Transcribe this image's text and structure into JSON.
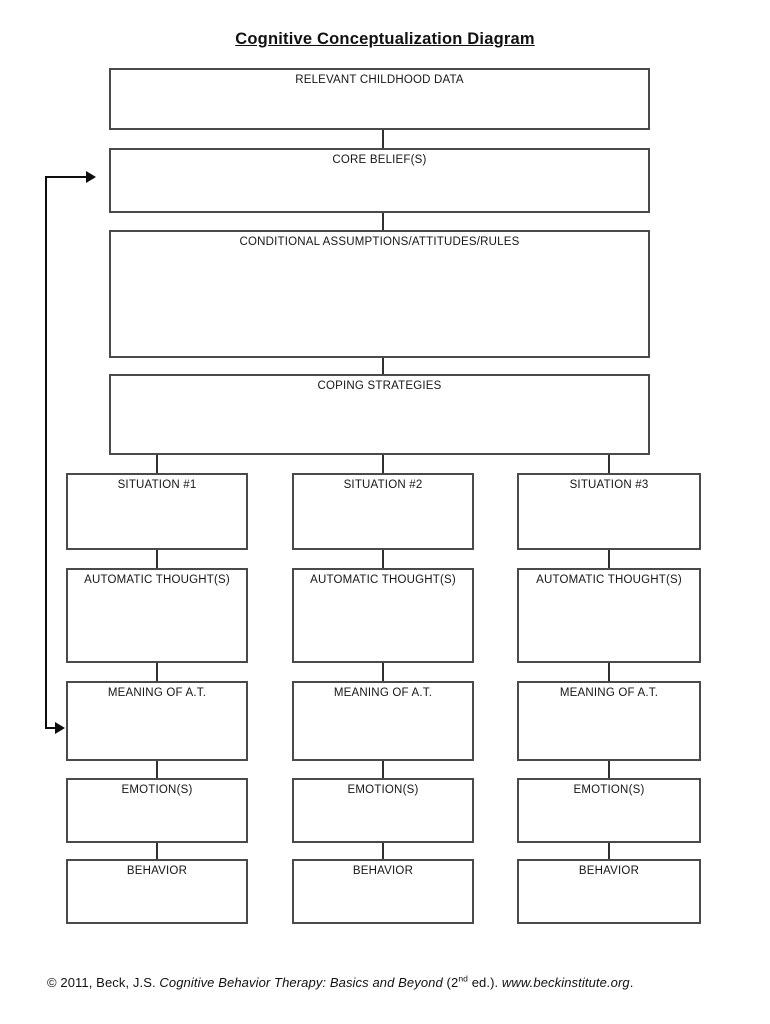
{
  "title": "Cognitive Conceptualization Diagram",
  "boxes": {
    "relevant_childhood_data": "RELEVANT CHILDHOOD DATA",
    "core_beliefs": "CORE BELIEF(S)",
    "conditional_assumptions": "CONDITIONAL ASSUMPTIONS/ATTITUDES/RULES",
    "coping_strategies": "COPING STRATEGIES"
  },
  "columns": [
    {
      "situation": "SITUATION #1",
      "automatic_thoughts": "AUTOMATIC THOUGHT(S)",
      "meaning_of_at": "MEANING OF A.T.",
      "emotions": "EMOTION(S)",
      "behavior": "BEHAVIOR"
    },
    {
      "situation": "SITUATION #2",
      "automatic_thoughts": "AUTOMATIC THOUGHT(S)",
      "meaning_of_at": "MEANING OF A.T.",
      "emotions": "EMOTION(S)",
      "behavior": "BEHAVIOR"
    },
    {
      "situation": "SITUATION #3",
      "automatic_thoughts": "AUTOMATIC THOUGHT(S)",
      "meaning_of_at": "MEANING OF A.T.",
      "emotions": "EMOTION(S)",
      "behavior": "BEHAVIOR"
    }
  ],
  "footer": {
    "prefix": "© 2011, Beck, J.S. ",
    "book_title": "Cognitive Behavior Therapy: Basics and Beyond",
    "edition_pre": " (2",
    "edition_sup": "nd",
    "edition_post": " ed.). ",
    "website": "www.beckinstitute.org",
    "suffix": "."
  }
}
